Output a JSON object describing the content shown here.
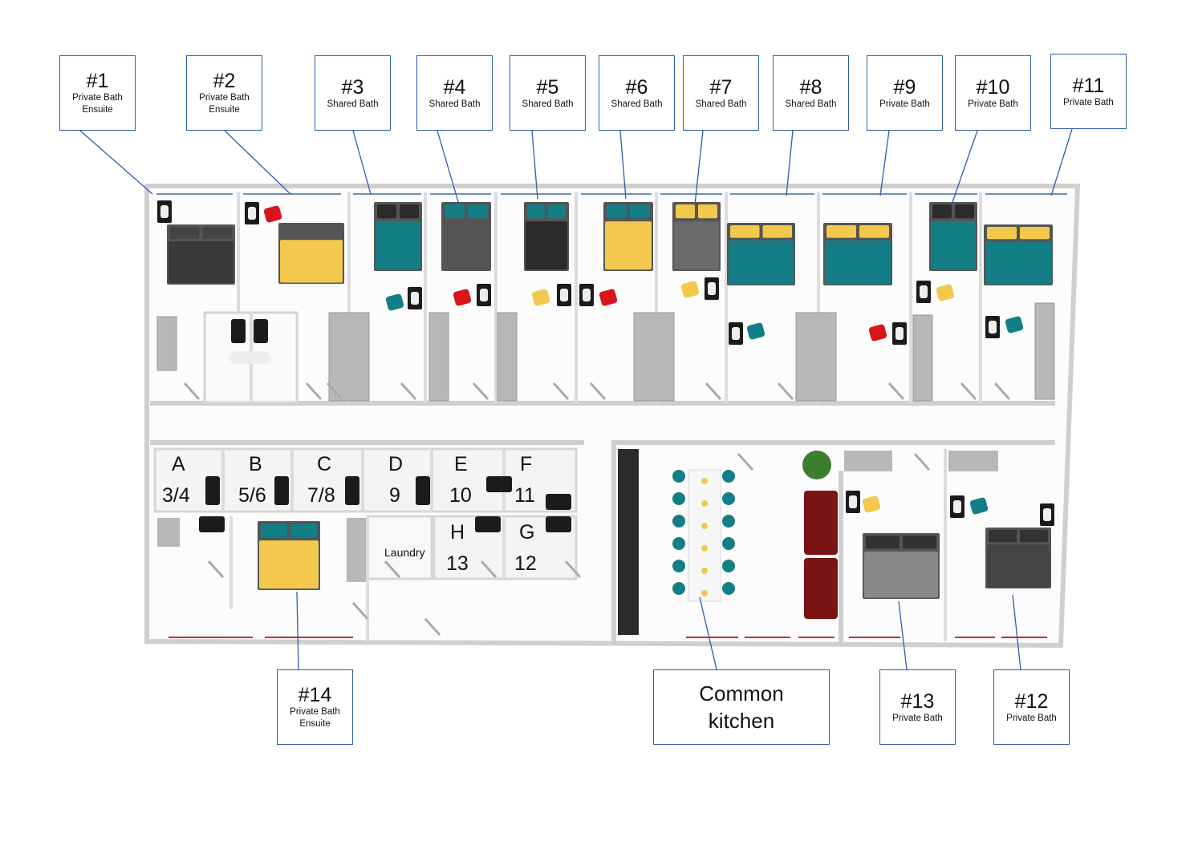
{
  "rooms": [
    {
      "id": "room-1",
      "label": "#1",
      "bath": "Private Bath\nEnsuite"
    },
    {
      "id": "room-2",
      "label": "#2",
      "bath": "Private Bath\nEnsuite"
    },
    {
      "id": "room-3",
      "label": "#3",
      "bath": "Shared Bath"
    },
    {
      "id": "room-4",
      "label": "#4",
      "bath": "Shared Bath"
    },
    {
      "id": "room-5",
      "label": "#5",
      "bath": "Shared Bath"
    },
    {
      "id": "room-6",
      "label": "#6",
      "bath": "Shared Bath"
    },
    {
      "id": "room-7",
      "label": "#7",
      "bath": "Shared Bath"
    },
    {
      "id": "room-8",
      "label": "#8",
      "bath": "Shared Bath"
    },
    {
      "id": "room-9",
      "label": "#9",
      "bath": "Private Bath"
    },
    {
      "id": "room-10",
      "label": "#10",
      "bath": "Private Bath"
    },
    {
      "id": "room-11",
      "label": "#11",
      "bath": "Private Bath"
    },
    {
      "id": "room-12",
      "label": "#12",
      "bath": "Private Bath"
    },
    {
      "id": "room-13",
      "label": "#13",
      "bath": "Private Bath"
    },
    {
      "id": "room-14",
      "label": "#14",
      "bath": "Private Bath\nEnsuite"
    }
  ],
  "kitchen": {
    "label": "Common\nkitchen"
  },
  "bath_pods": [
    {
      "letter": "A",
      "rooms": "3/4"
    },
    {
      "letter": "B",
      "rooms": "5/6"
    },
    {
      "letter": "C",
      "rooms": "7/8"
    },
    {
      "letter": "D",
      "rooms": "9"
    },
    {
      "letter": "E",
      "rooms": "10"
    },
    {
      "letter": "F",
      "rooms": "11"
    },
    {
      "letter": "H",
      "rooms": "13"
    },
    {
      "letter": "G",
      "rooms": "12"
    }
  ],
  "laundry": {
    "label": "Laundry"
  },
  "colors": {
    "callout_border": "#2e5ea8",
    "wall": "#cfcfcf",
    "teal": "#137e86",
    "yellow": "#f2c94c",
    "red": "#d8151b",
    "dark": "#2b2b2b",
    "sofa": "#7a1414",
    "counter": "#9a9a9a"
  }
}
